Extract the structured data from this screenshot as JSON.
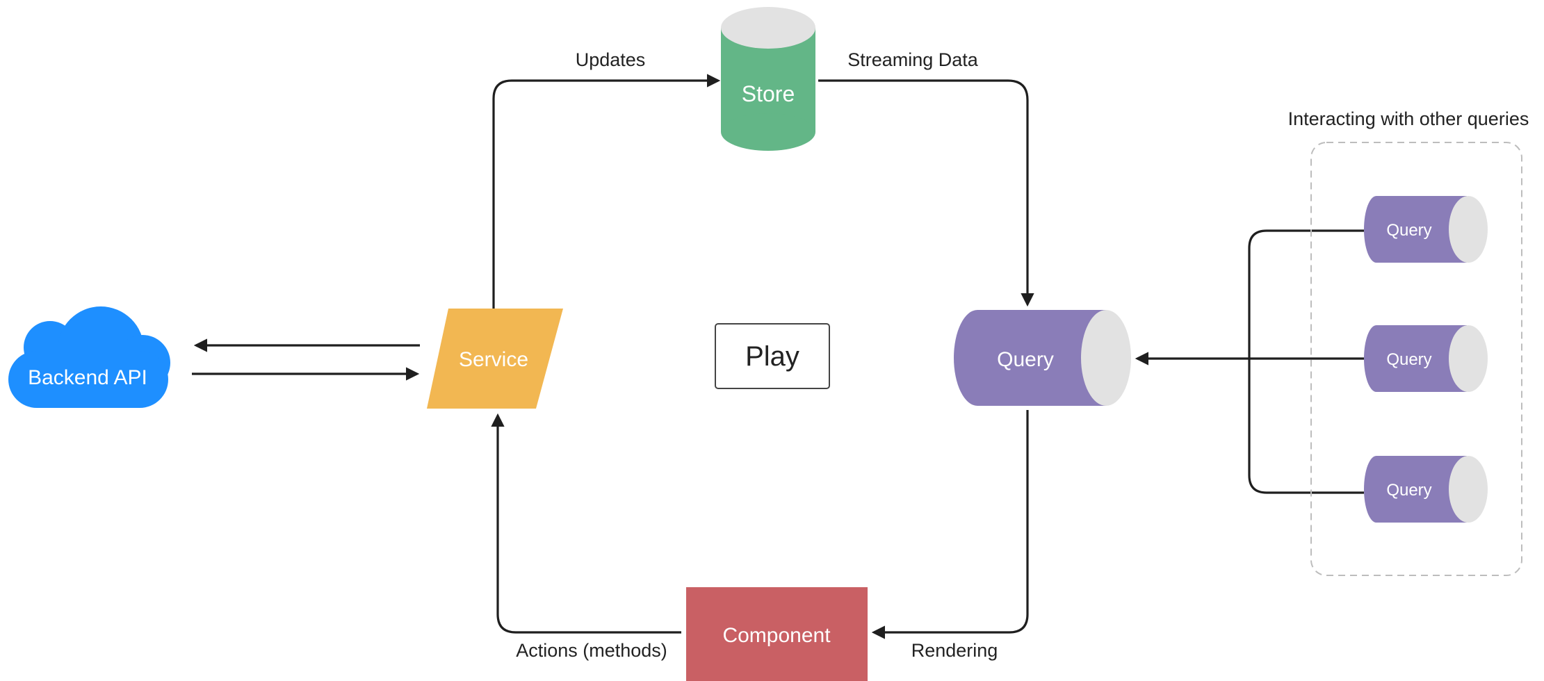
{
  "nodes": {
    "store": {
      "label": "Store",
      "color": "#63b687",
      "top_color": "#e2e2e2"
    },
    "service": {
      "label": "Service",
      "color": "#f2b752"
    },
    "backend_api": {
      "label": "Backend API",
      "color": "#1e8fff"
    },
    "play": {
      "label": "Play"
    },
    "query_main": {
      "label": "Query",
      "color": "#8a7db8",
      "cap_color": "#e2e2e2"
    },
    "component": {
      "label": "Component",
      "color": "#c96064"
    },
    "query_1": {
      "label": "Query"
    },
    "query_2": {
      "label": "Query"
    },
    "query_3": {
      "label": "Query"
    }
  },
  "edges": {
    "updates": "Updates",
    "streaming_data": "Streaming Data",
    "rendering": "Rendering",
    "actions": "Actions (methods)"
  },
  "group": {
    "label": "Interacting with other queries",
    "border_color": "#bdbdbd"
  },
  "colors": {
    "line": "#1f1f1f",
    "text_dark": "#222222",
    "text_light": "#ffffff"
  }
}
